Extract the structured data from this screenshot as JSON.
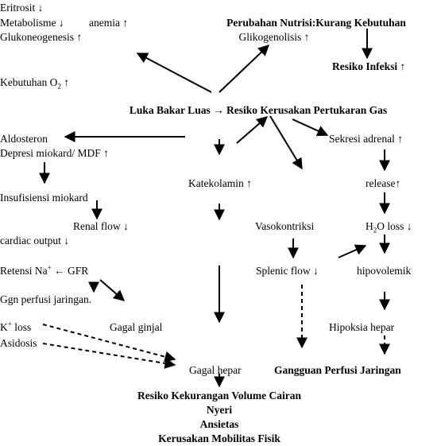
{
  "nodes": {
    "eritrosit": "Eritrosit ↓",
    "metabolisme": "Metabolisme ↓",
    "anemia": "anemia ↑",
    "glukoneogenesis": "Glukoneogenesis ↑",
    "kebutuhan_o2_text": "Kebutuhan O",
    "kebutuhan_o2_sub": "2",
    "kebutuhan_o2_suffix": " ↑",
    "perubahan_nutrisi": "Perubahan Nutrisi:Kurang Kebutuhan",
    "glikogenolisis": "Glikogenolisis ↑",
    "resiko_infeksi": "Resiko Infeksi ↑",
    "luka_bakar": "Luka Bakar Luas → Resiko Kerusakan Pertukaran Gas",
    "aldosteron": "Aldosteron",
    "depresi_miokard": "Depresi miokard/ MDF ↑",
    "sekresi_adrenal": "Sekresi adrenal ↑",
    "katekolamin": "Katekolamin ↑",
    "release": "release↑",
    "insufisiensi": "Insufisiensi miokard",
    "renal_flow": "Renal flow ↓",
    "vasokontriksi": "Vasokontriksi",
    "h2o_loss_pre": "H",
    "h2o_loss_sub": "2",
    "h2o_loss_post": "O loss ↓",
    "cardiac_output": "cardiac output ↓",
    "retensi_pre": "Retensi Na",
    "retensi_sup": "+",
    "retensi_post": " ← GFR",
    "splenic_flow": "Splenic flow ↓",
    "hipovolemik": "hipovolemik",
    "ggn_perfusi": "Ggn perfusi jaringan.",
    "k_loss_pre": "K",
    "k_loss_sup": "+",
    "k_loss_post": " loss",
    "gagal_ginjal": "Gagal ginjal",
    "hipoksia_hepar": "Hipoksia hepar",
    "asidosis": "Asidosis",
    "gagal_hepar": "Gagal hepar",
    "gangguan_perfusi": "Gangguan Perfusi Jaringan",
    "resiko_kekurangan": "Resiko Kekurangan Volume Cairan",
    "nyeri": "Nyeri",
    "ansietas": "Ansietas",
    "kerusakan_mobilitas": "Kerusakan Mobilitas Fisik"
  }
}
